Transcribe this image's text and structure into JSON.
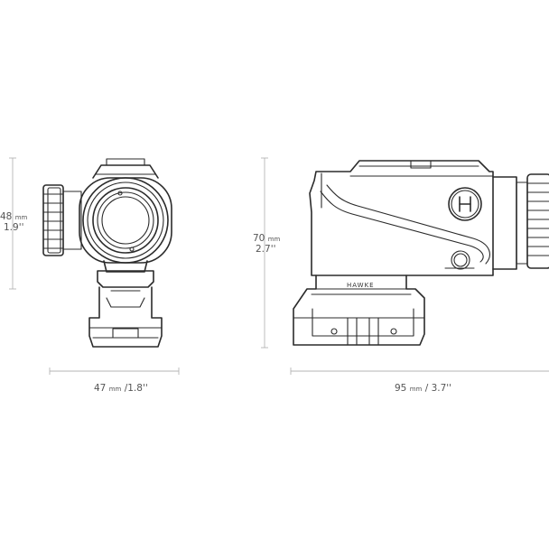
{
  "brand_text": "HAWKE",
  "dimensions": {
    "front_height": {
      "value": "48",
      "unit": "mm",
      "imperial": "1.9''"
    },
    "side_height": {
      "value": "70",
      "unit": "mm",
      "imperial": "2.7''"
    },
    "front_width": {
      "value": "47",
      "unit": "mm",
      "imperial": "/1.8''"
    },
    "side_length": {
      "value": "95",
      "unit": "mm",
      "imperial": "/ 3.7''"
    }
  },
  "colors": {
    "line": "#2b2b2b",
    "dimension_line": "#b5b5b5",
    "label": "#555555"
  }
}
